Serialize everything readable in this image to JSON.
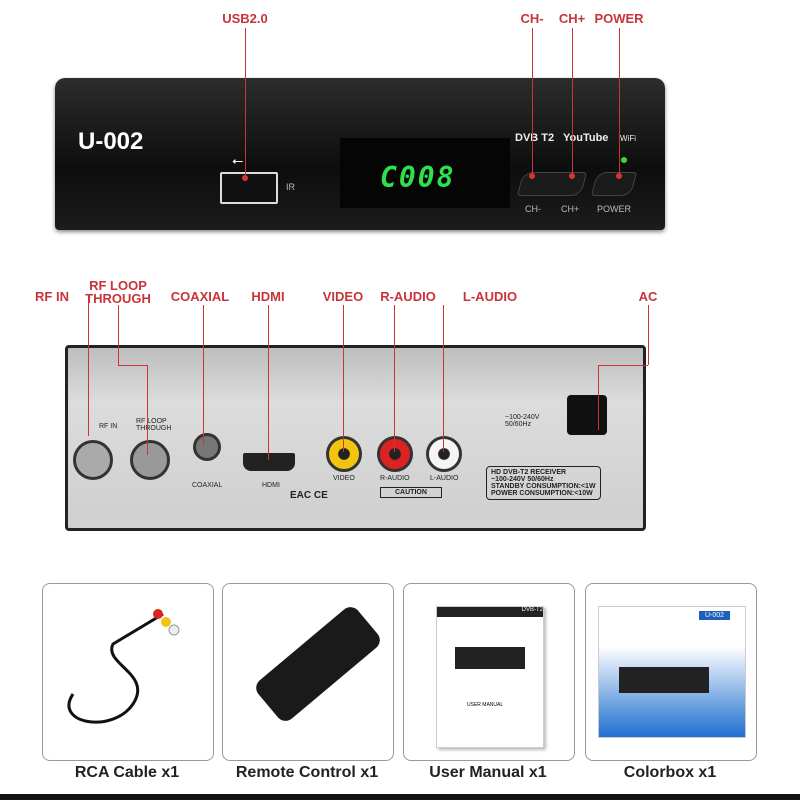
{
  "front": {
    "callouts": {
      "usb": "USB2.0",
      "ch_minus": "CH-",
      "ch_plus": "CH+",
      "power": "POWER"
    },
    "model": "U-002",
    "display": "C008",
    "ir_label": "IR",
    "logos": {
      "dvb": "DVB T2",
      "youtube": "YouTube",
      "wifi": "WiFi"
    },
    "buttons": {
      "ch_minus": "CH-",
      "ch_plus": "CH+",
      "power": "POWER"
    }
  },
  "back": {
    "callouts": {
      "rf_in": "RF IN",
      "rf_loop": "RF LOOP\nTHROUGH",
      "coaxial": "COAXIAL",
      "hdmi": "HDMI",
      "video": "VIDEO",
      "r_audio": "R-AUDIO",
      "l_audio": "L-AUDIO",
      "ac": "AC"
    },
    "panel_labels": {
      "rf_in": "RF IN",
      "rf_loop": "RF LOOP THROUGH",
      "coaxial": "COAXIAL",
      "hdmi": "HDMI",
      "video": "VIDEO",
      "r_audio": "R-AUDIO",
      "l_audio": "L-AUDIO",
      "voltage": "~100-240V 50/60Hz",
      "caution": "CAUTION",
      "marks": "EAC CE"
    },
    "rating_plate": [
      "HD DVB-T2 RECEIVER",
      "~100-240V 50/60Hz",
      "STANDBY CONSUMPTION:<1W",
      "POWER CONSUMPTION:<10W"
    ]
  },
  "accessories": [
    {
      "caption": "RCA Cable x1"
    },
    {
      "caption": "Remote Control x1"
    },
    {
      "caption": "User Manual x1",
      "inner": "USER MANUAL",
      "header": "DVB-T2"
    },
    {
      "caption": "Colorbox x1",
      "inner": "U-002"
    }
  ],
  "colors": {
    "callout": "#c8343a",
    "display": "#2ee04c"
  }
}
